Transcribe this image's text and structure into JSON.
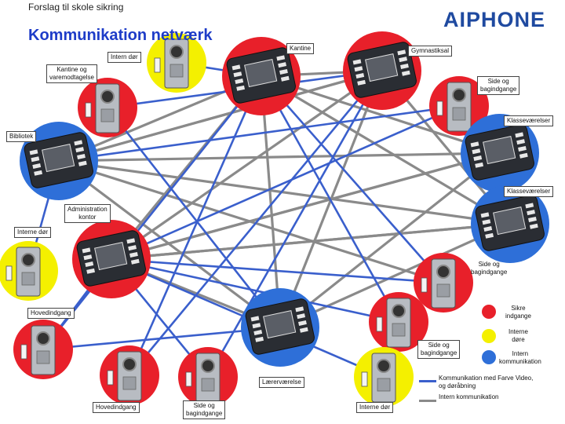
{
  "slide_title": "Forslag til skole sikring",
  "main_title": "Kommunikation netværk",
  "logo_text": "AIPHONE",
  "labels": {
    "kantine": "Kantine",
    "gymnastiksal": "Gymnastiksal",
    "intern_dor_top": "Intern dør",
    "kantine_varemodtagelse_1": "Kantine og",
    "kantine_varemodtagelse_2": "varemodtagelse",
    "side_bagindgange_top_1": "Side og",
    "side_bagindgange_top_2": "bagindgange",
    "klassevaerelse_1": "Klasseværelser",
    "bibliotek": "Bibliotek",
    "klassevaerelse_2": "Klasseværelser",
    "administration_1": "Administration",
    "administration_2": "kontor",
    "interne_dor_left": "Interne dør",
    "side_bagindgange_right_1": "Side og",
    "side_bagindgange_right_2": "bagindgange",
    "hovedindgang_left": "Hovedindgang",
    "side_bagindgange_mid_1": "Side og",
    "side_bagindgange_mid_2": "bagindgange",
    "laerevaerelse": "Lærerværelse",
    "hovedindgang_bottom": "Hovedindgang",
    "side_bagindgange_bottom_1": "Side og",
    "side_bagindgange_bottom_2": "bagindgange",
    "intern_dor_bottom": "Interne dør"
  },
  "legend": {
    "sikre_1": "Sikre",
    "sikre_2": "indgange",
    "interne_1": "Interne",
    "interne_2": "døre",
    "intern_kom_1": "Intern",
    "intern_kom_2": "kommunikation",
    "line_video_1": "Kommunikation med Farve Video,",
    "line_video_2": "og døråbning",
    "line_intern": "Intern kommunikation"
  },
  "colors": {
    "secure": "#e8202a",
    "internal_door": "#f4f000",
    "intercom": "#2e6fd8",
    "video_line": "#3a5fcc",
    "intern_line": "#8a8a8a",
    "title": "#1e3cc8",
    "logo": "#1f4aa0"
  },
  "nodes": [
    {
      "id": "kantine",
      "kind": "monitor",
      "zone": "secure"
    },
    {
      "id": "intern-dor-top",
      "kind": "doorstation",
      "zone": "internal_door"
    },
    {
      "id": "gymnastiksal",
      "kind": "monitor",
      "zone": "secure"
    },
    {
      "id": "kantine-varemodtagelse",
      "kind": "doorstation",
      "zone": "secure"
    },
    {
      "id": "side-top",
      "kind": "doorstation",
      "zone": "secure"
    },
    {
      "id": "bibliotek",
      "kind": "monitor",
      "zone": "intercom"
    },
    {
      "id": "klasse-1",
      "kind": "monitor",
      "zone": "intercom"
    },
    {
      "id": "klasse-2",
      "kind": "monitor",
      "zone": "intercom"
    },
    {
      "id": "administration",
      "kind": "monitor",
      "zone": "secure"
    },
    {
      "id": "interne-dor-left",
      "kind": "doorstation",
      "zone": "internal_door"
    },
    {
      "id": "side-right",
      "kind": "doorstation",
      "zone": "secure"
    },
    {
      "id": "hovedindgang-left",
      "kind": "doorstation",
      "zone": "secure"
    },
    {
      "id": "laerevaerelse",
      "kind": "monitor",
      "zone": "intercom"
    },
    {
      "id": "side-mid",
      "kind": "doorstation",
      "zone": "secure"
    },
    {
      "id": "hovedindgang-bottom",
      "kind": "doorstation",
      "zone": "secure"
    },
    {
      "id": "side-bottom",
      "kind": "doorstation",
      "zone": "secure"
    },
    {
      "id": "intern-dor-bottom",
      "kind": "doorstation",
      "zone": "internal_door"
    }
  ]
}
